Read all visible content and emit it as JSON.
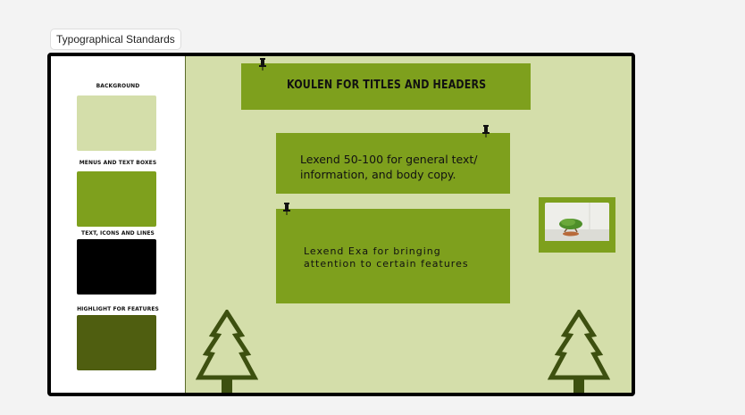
{
  "frame_label": "Typographical Standards",
  "palette": [
    {
      "label": "BACKGROUND",
      "color": "#d4deaa"
    },
    {
      "label": "MENUS AND TEXT BOXES",
      "color": "#7ea01d"
    },
    {
      "label": "TEXT, ICONS AND LINES",
      "color": "#000000"
    },
    {
      "label": "HIGHLIGHT FOR FEATURES",
      "color": "#4f5e10"
    }
  ],
  "boxes": {
    "title": "KOULEN FOR TITLES AND HEADERS",
    "body_line1": "Lexend 50-100 for general text/",
    "body_line2": "information, and body copy.",
    "exa_line1": "Lexend Exa for bringing",
    "exa_line2": "attention to certain features"
  }
}
